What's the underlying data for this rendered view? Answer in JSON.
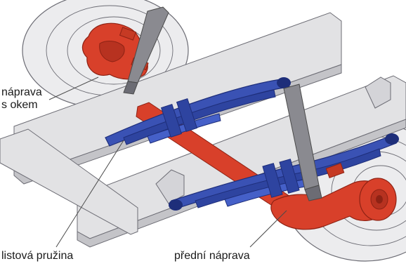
{
  "diagram": {
    "labels": {
      "axle_with_eye_line1": "náprava",
      "axle_with_eye_line2": "s okem",
      "leaf_spring": "listová pružina",
      "front_axle": "přední náprava"
    },
    "colors": {
      "background": "#ffffff",
      "chassis": "#e2e2e4",
      "chassis_shadow": "#c4c4c8",
      "outline": "#6c6c74",
      "wheel": "#ececee",
      "leaf_spring": "#3a52b4",
      "leaf_spring_dark": "#1e2e7a",
      "axle": "#d8402a",
      "axle_dark": "#8e2214",
      "shock_absorber": "#8a8a90",
      "leader_line": "#4a4a4a"
    }
  }
}
